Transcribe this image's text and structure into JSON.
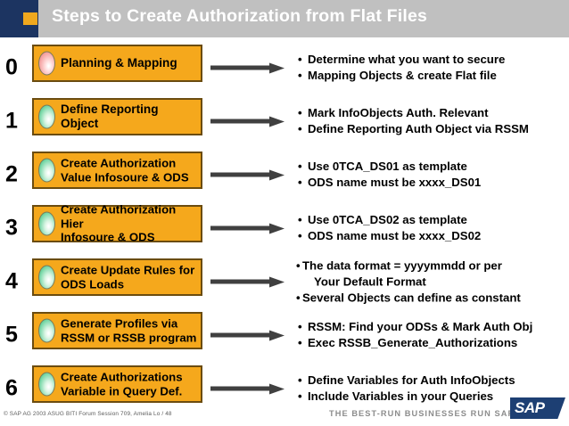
{
  "header": {
    "title": "Steps to Create Authorization from Flat Files",
    "navy_color": "#1c3461",
    "accent_color": "#f0a81e",
    "bar_color": "#c0c0c0"
  },
  "steps": [
    {
      "number": "0",
      "bulb": "pink",
      "label_line1": "Planning & Mapping",
      "label_line2": "",
      "bullets": [
        "Determine what you want to secure",
        "Mapping Objects & create Flat file"
      ]
    },
    {
      "number": "1",
      "bulb": "green",
      "label_line1": "Define Reporting Object",
      "label_line2": "",
      "bullets": [
        "Mark InfoObjects Auth. Relevant",
        "Define Reporting Auth Object via RSSM"
      ]
    },
    {
      "number": "2",
      "bulb": "green",
      "label_line1": "Create Authorization",
      "label_line2": "Value Infosoure & ODS",
      "bullets": [
        "Use 0TCA_DS01 as template",
        "ODS name must be xxxx_DS01"
      ]
    },
    {
      "number": "3",
      "bulb": "green",
      "label_line1": "Create Authorization Hier",
      "label_line2": "Infosoure & ODS",
      "bullets": [
        "Use 0TCA_DS02 as template",
        "ODS name must be xxxx_DS02"
      ]
    },
    {
      "number": "4",
      "bulb": "green",
      "label_line1": "Create Update Rules for",
      "label_line2": "ODS Loads",
      "bullets": [
        "The data format = yyyymmdd or per",
        "Your Default Format",
        "Several Objects can define as constant"
      ]
    },
    {
      "number": "5",
      "bulb": "green",
      "label_line1": "Generate Profiles via",
      "label_line2": "RSSM or RSSB program",
      "bullets": [
        "RSSM: Find your ODSs & Mark Auth Obj",
        "Exec RSSB_Generate_Authorizations"
      ]
    },
    {
      "number": "6",
      "bulb": "green",
      "label_line1": "Create Authorizations",
      "label_line2": "Variable in Query Def.",
      "bullets": [
        "Define Variables for Auth InfoObjects",
        "Include Variables in your Queries"
      ]
    }
  ],
  "footer": {
    "copyright": "©  SAP AG 2003  ASUG BITI Forum Session 709, Amelia Lo / 48",
    "tagline": "THE BEST-RUN BUSINESSES RUN SAP",
    "logo_text": "SAP"
  }
}
